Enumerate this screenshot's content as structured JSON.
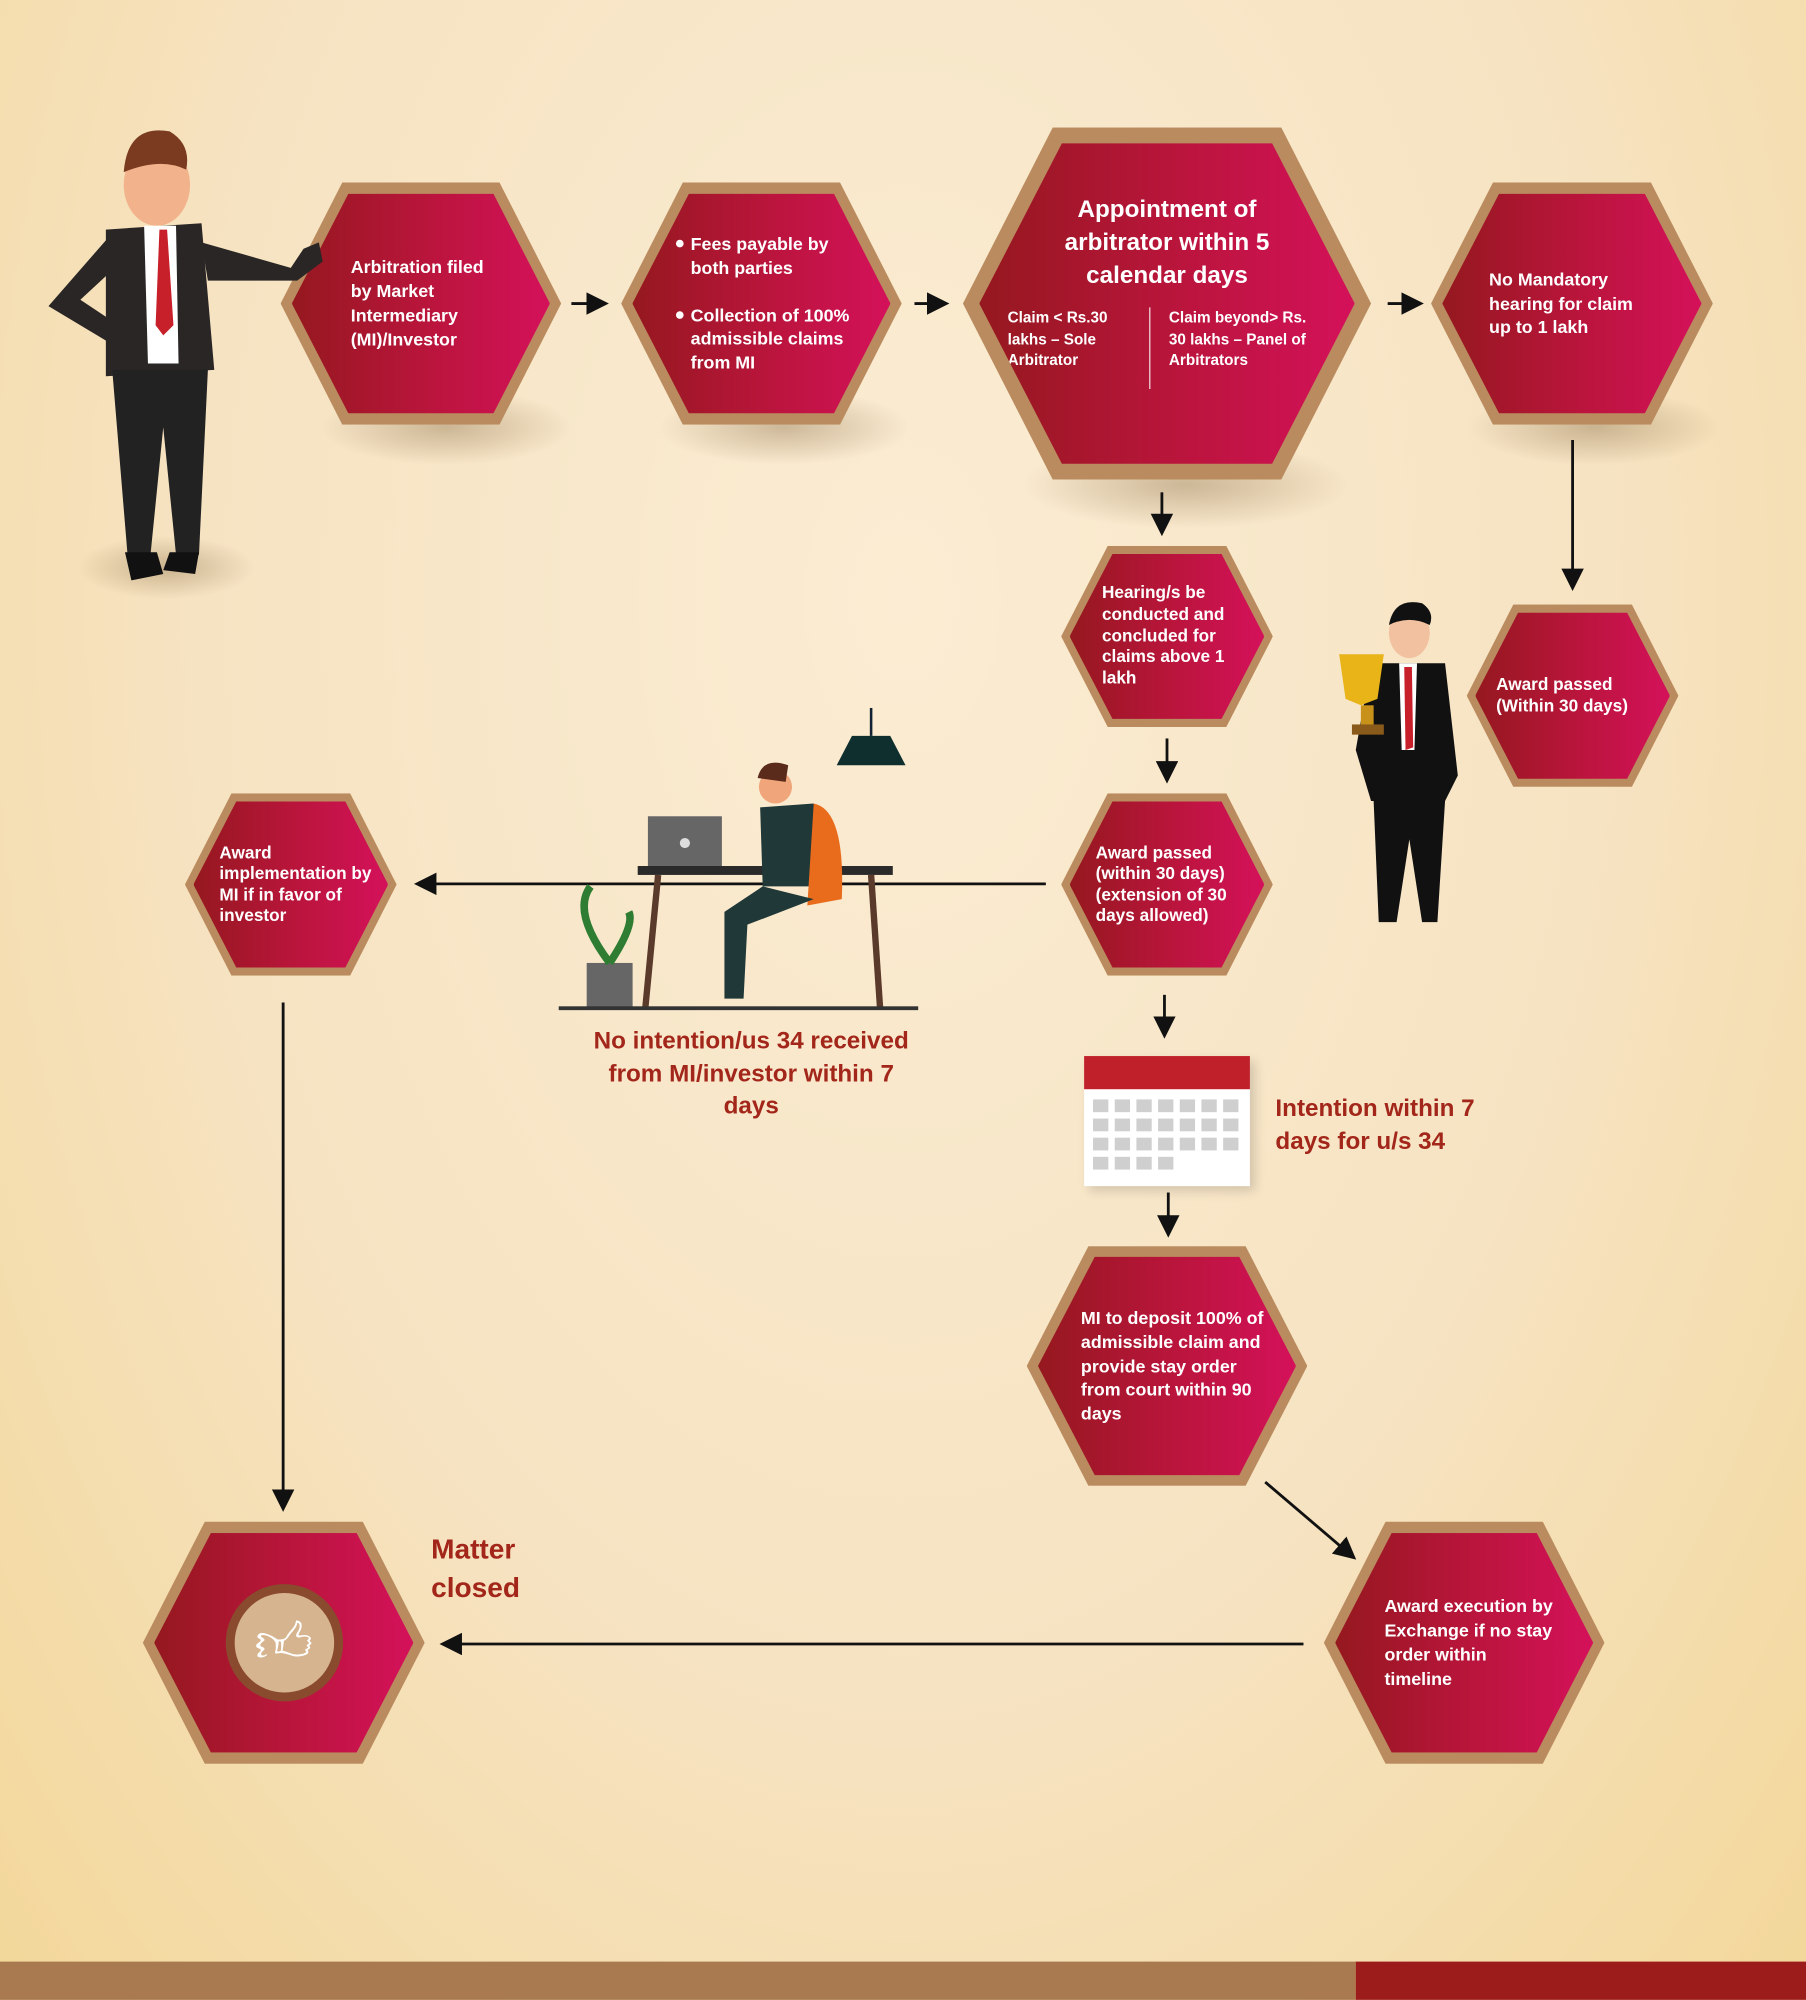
{
  "steps": {
    "arbitration_filed": "Arbitration filed by Market Intermediary (MI)/Investor",
    "fees": [
      "Fees payable by both parties",
      "Collection of 100% admissible claims from MI"
    ],
    "appointment": {
      "title": "Appointment of arbitrator within 5 calendar days",
      "left": "Claim < Rs.30 lakhs – Sole Arbitrator",
      "right": "Claim beyond> Rs. 30 lakhs – Panel of Arbitrators"
    },
    "no_mandatory": "No Mandatory hearing for claim up to 1 lakh",
    "hearing": "Hearing/s be conducted and concluded for claims above 1 lakh",
    "award_30": "Award passed (Within 30 days)",
    "award_ext": "Award passed (within 30 days) (extension of 30 days allowed)",
    "award_impl": "Award implementation by MI if in favor of investor",
    "mi_deposit": "MI to deposit 100% of admissible claim and provide stay order from court within 90 days",
    "award_exec": "Award execution by Exchange if no stay order within timeline"
  },
  "labels": {
    "no_intention": "No intention/us 34 received from MI/investor within 7 days",
    "intention": "Intention within 7 days for u/s 34",
    "matter_closed": "Matter closed"
  },
  "colors": {
    "hex_start": "#95181f",
    "hex_end": "#d4115a",
    "border": "#ba8b5e",
    "label": "#a3261a"
  }
}
